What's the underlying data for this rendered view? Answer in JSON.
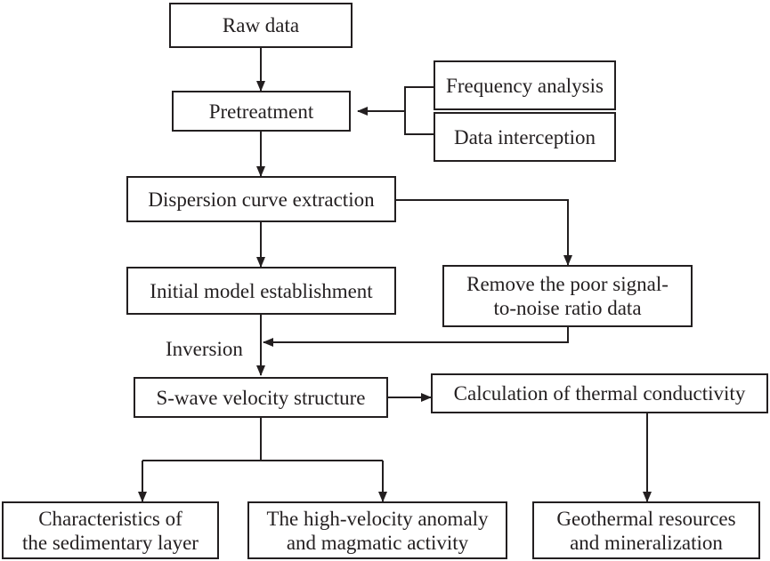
{
  "boxes": {
    "raw_data": "Raw data",
    "pretreatment": "Pretreatment",
    "frequency_analysis": "Frequency analysis",
    "data_interception": "Data interception",
    "dispersion": "Dispersion curve extraction",
    "initial_model": "Initial model establishment",
    "remove_poor": [
      "Remove the poor signal-",
      "to-noise ratio data"
    ],
    "swave": "S-wave velocity structure",
    "thermal": "Calculation of thermal conductivity",
    "sedimentary": [
      "Characteristics of",
      "the sedimentary layer"
    ],
    "high_velocity": [
      "The high-velocity anomaly",
      "and magmatic activity"
    ],
    "geothermal": [
      "Geothermal resources",
      "and mineralization"
    ]
  },
  "labels": {
    "inversion": "Inversion"
  }
}
